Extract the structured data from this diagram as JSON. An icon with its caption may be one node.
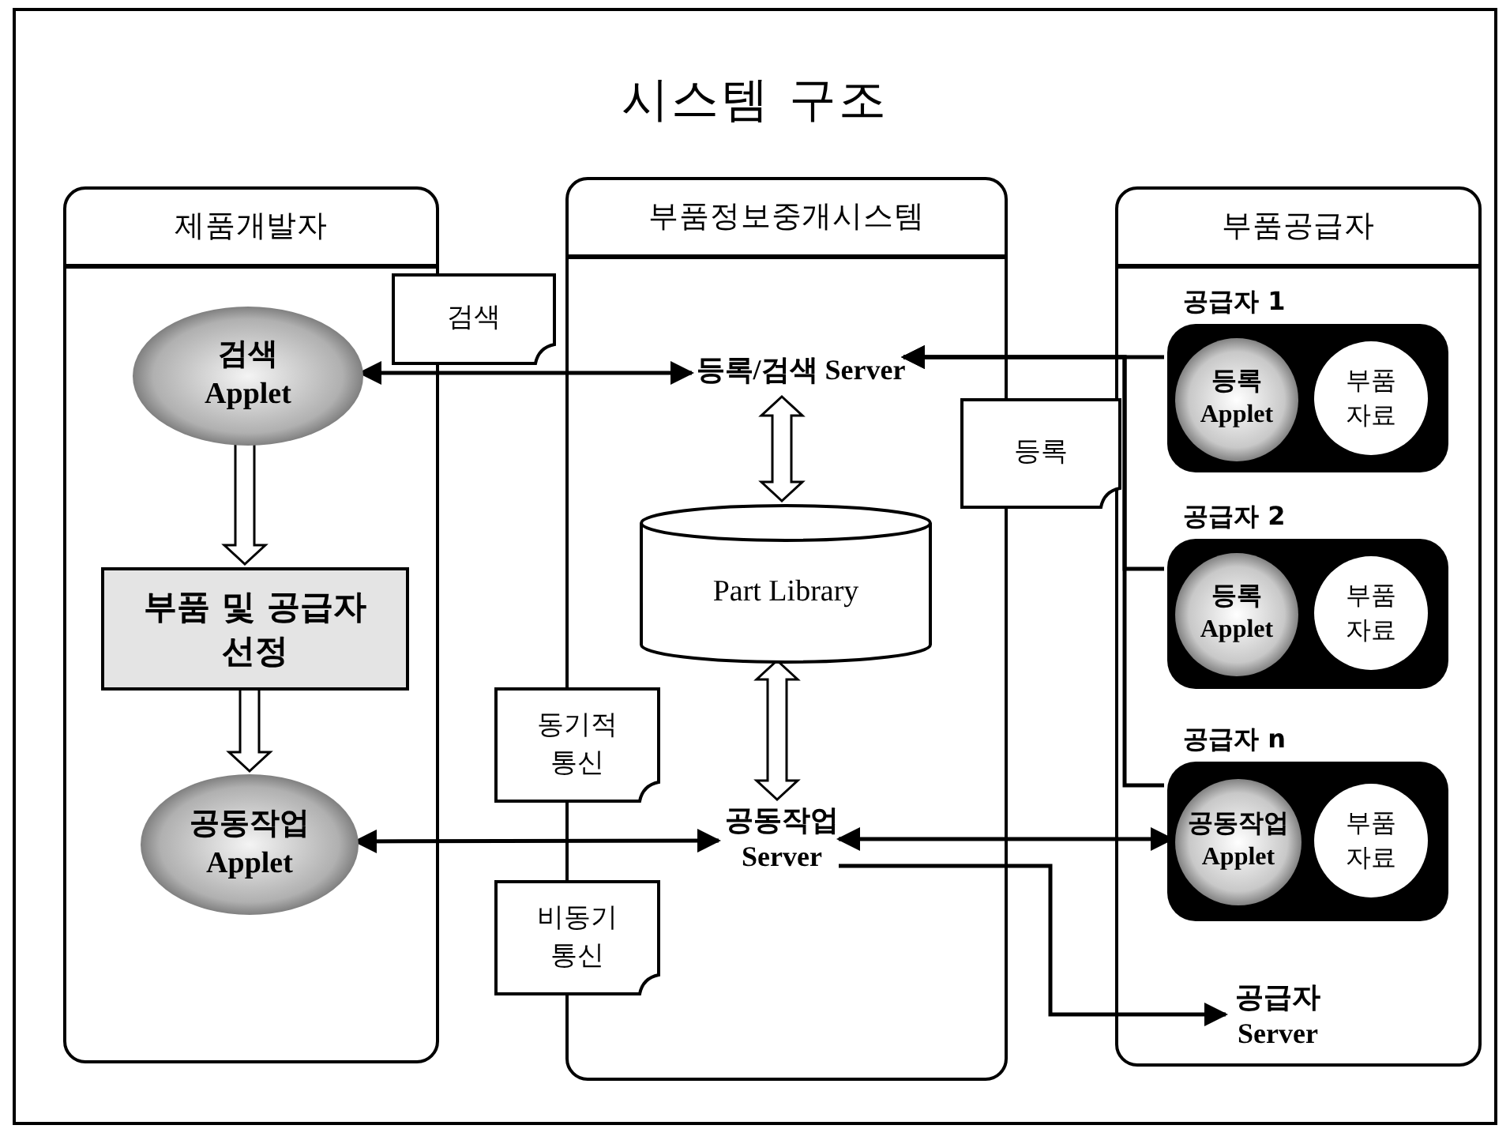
{
  "diagram": {
    "title": "시스템 구조",
    "nodes": [
      {
        "text": [
          "제품개발자"
        ]
      },
      {
        "text": [
          "검색 Applet"
        ],
        "in": 0
      },
      {
        "text": [
          "부품 및 공급자 선정"
        ],
        "in": 0
      },
      {
        "text": [
          "공동작업 Applet"
        ],
        "in": 0
      },
      {
        "text": [
          "부품정보중개시스템"
        ]
      },
      {
        "text": [
          "등록/검색 Server"
        ],
        "in": 4
      },
      {
        "text": [
          "Part Library"
        ],
        "in": 4
      },
      {
        "text": [
          "공동작업 Server"
        ],
        "in": 4
      },
      {
        "text": [
          "부품공급자"
        ]
      },
      {
        "text": [
          "공급자 1"
        ],
        "in": 8
      },
      {
        "text": [
          "등록 Applet"
        ],
        "in": 9
      },
      {
        "text": [
          "부품 자료"
        ],
        "in": 9
      },
      {
        "text": [
          "공급자 2"
        ],
        "in": 8
      },
      {
        "text": [
          "등록 Applet"
        ],
        "in": 12
      },
      {
        "text": [
          "부품 자료"
        ],
        "in": 12
      },
      {
        "text": [
          "공급자 n"
        ],
        "in": 8
      },
      {
        "text": [
          "공동작업 Applet"
        ],
        "in": 15
      },
      {
        "text": [
          "부품 자료"
        ],
        "in": 15
      },
      {
        "text": [
          "공급자 Server"
        ],
        "in": 8
      },
      {
        "text": [
          "검색"
        ]
      },
      {
        "text": [
          "등록"
        ]
      },
      {
        "text": [
          "동기적 통신"
        ]
      },
      {
        "text": [
          "비동기 통신"
        ]
      }
    ],
    "edges": [
      {
        "from": 1,
        "to": 5,
        "arrow": "both"
      },
      {
        "from": 9,
        "to": 5,
        "arrow": "to"
      },
      {
        "from": 12,
        "to": 5,
        "arrow": "to"
      },
      {
        "from": 15,
        "to": 5,
        "arrow": "to"
      },
      {
        "from": 3,
        "to": 7,
        "arrow": "both"
      },
      {
        "from": 7,
        "to": 16,
        "arrow": "both"
      },
      {
        "from": 7,
        "to": 18,
        "arrow": "to"
      },
      {
        "from": 1,
        "to": 2,
        "arrow": "to",
        "style": "thick"
      },
      {
        "from": 2,
        "to": 3,
        "arrow": "to",
        "style": "thick"
      },
      {
        "from": 5,
        "to": 6,
        "arrow": "both",
        "style": "thick"
      },
      {
        "from": 6,
        "to": 7,
        "arrow": "both",
        "style": "thick"
      }
    ]
  }
}
